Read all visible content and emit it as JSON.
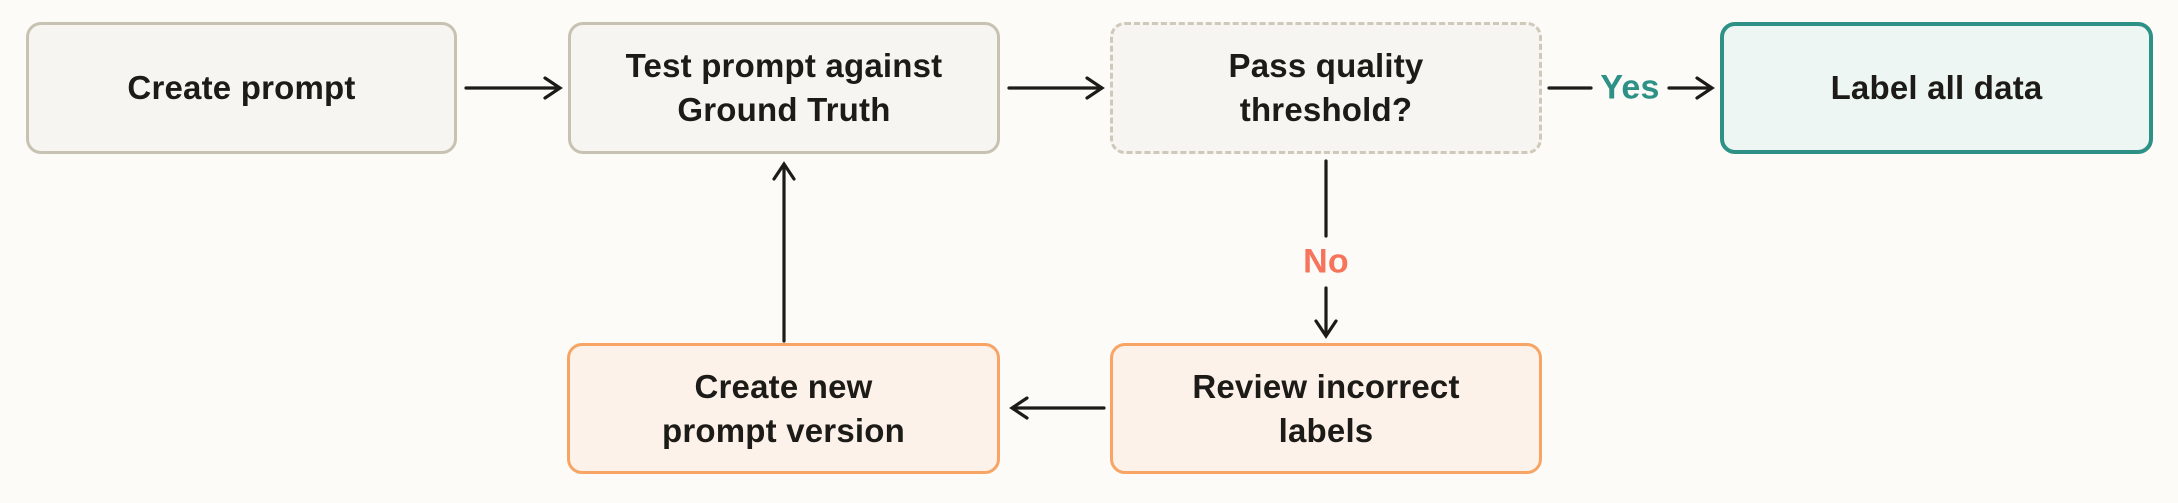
{
  "diagram": {
    "type": "flowchart",
    "background": "#fcfbf8",
    "text_color": "#1d1b17",
    "nodes": [
      {
        "id": "create-prompt",
        "label": "Create prompt",
        "shape": "rounded-rect",
        "variant": "neutral"
      },
      {
        "id": "test-prompt",
        "label": "Test prompt against Ground Truth",
        "shape": "rounded-rect",
        "variant": "neutral"
      },
      {
        "id": "pass-quality-threshold",
        "label": "Pass quality threshold?",
        "shape": "rounded-rect-dashed",
        "variant": "decision"
      },
      {
        "id": "label-all-data",
        "label": "Label all data",
        "shape": "rounded-rect",
        "variant": "success-teal"
      },
      {
        "id": "review-incorrect-labels",
        "label": "Review incorrect labels",
        "shape": "rounded-rect",
        "variant": "action-orange"
      },
      {
        "id": "create-new-prompt-version",
        "label": "Create new prompt version",
        "shape": "rounded-rect",
        "variant": "action-orange"
      }
    ],
    "edges": [
      {
        "from": "create-prompt",
        "to": "test-prompt",
        "label": ""
      },
      {
        "from": "test-prompt",
        "to": "pass-quality-threshold",
        "label": ""
      },
      {
        "from": "pass-quality-threshold",
        "to": "label-all-data",
        "label": "Yes"
      },
      {
        "from": "pass-quality-threshold",
        "to": "review-incorrect-labels",
        "label": "No"
      },
      {
        "from": "review-incorrect-labels",
        "to": "create-new-prompt-version",
        "label": ""
      },
      {
        "from": "create-new-prompt-version",
        "to": "test-prompt",
        "label": ""
      }
    ],
    "edge_labels": {
      "yes": "Yes",
      "no": "No"
    },
    "colors": {
      "neutral_border": "#c8c2b3",
      "neutral_fill": "#f7f5f1",
      "dashed_border": "#cfc9bb",
      "teal_border": "#2d9186",
      "teal_fill": "#eef6f4",
      "orange_border": "#f7a465",
      "orange_fill": "#fdf2ea",
      "yes_label_color": "#2d9186",
      "no_label_color": "#f7745c",
      "arrow_color": "#1d1b17"
    }
  }
}
